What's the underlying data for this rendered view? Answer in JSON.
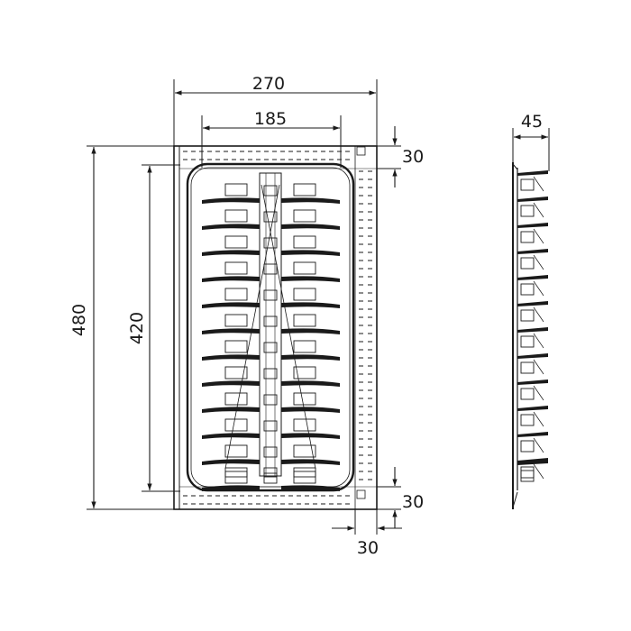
{
  "dimensions": {
    "overall_width": "270",
    "inner_width": "185",
    "top_margin": "30",
    "overall_height": "480",
    "inner_height": "420",
    "bottom_margin": "30",
    "side_margin": "30",
    "side_depth": "45"
  },
  "plate_slots": 12,
  "colors": {
    "line": "#1a1a1a",
    "background": "#ffffff"
  }
}
